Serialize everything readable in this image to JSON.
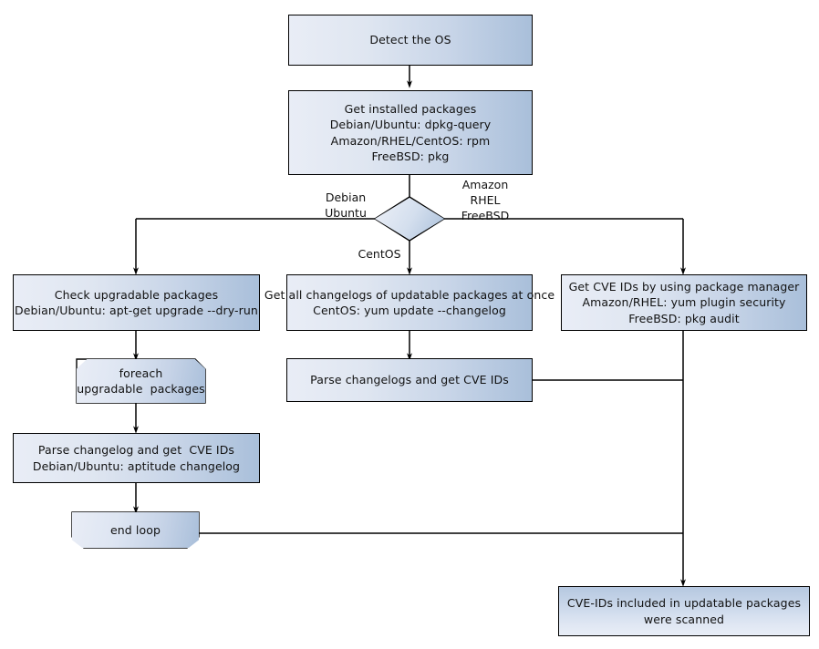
{
  "diagram": {
    "title": "Vuls scan flow by OS",
    "colors": {
      "node_fill_light": "#e9edf6",
      "node_fill_dark": "#a9bfda",
      "stroke": "#000000",
      "text": "#111111",
      "background": "#ffffff"
    },
    "nodes": {
      "detect_os": "Detect the OS",
      "get_installed_packages": "Get installed packages\nDebian/Ubuntu: dpkg-query\nAmazon/RHEL/CentOS: rpm\nFreeBSD: pkg",
      "decision": "",
      "check_upgradable": "Check upgradable packages\nDebian/Ubuntu: apt-get upgrade --dry-run",
      "get_all_changelogs": "Get all changelogs of updatable packages at once\nCentOS: yum update --changelog",
      "get_cve_ids_pkgmgr": "Get CVE IDs by using package manager\nAmazon/RHEL: yum plugin security\nFreeBSD: pkg audit",
      "foreach_loop": "foreach\nupgradable  packages",
      "parse_changelogs_centos": "Parse changelogs and get CVE IDs",
      "parse_changelog_debian": "Parse changelog and get  CVE IDs\nDebian/Ubuntu: aptitude changelog",
      "end_loop": "end loop",
      "result": "CVE-IDs included in updatable packages\nwere scanned"
    },
    "edge_labels": {
      "left_branch": "Debian\nUbuntu",
      "right_branch": "Amazon\nRHEL\nFreeBSD",
      "down_branch": "CentOS"
    }
  }
}
